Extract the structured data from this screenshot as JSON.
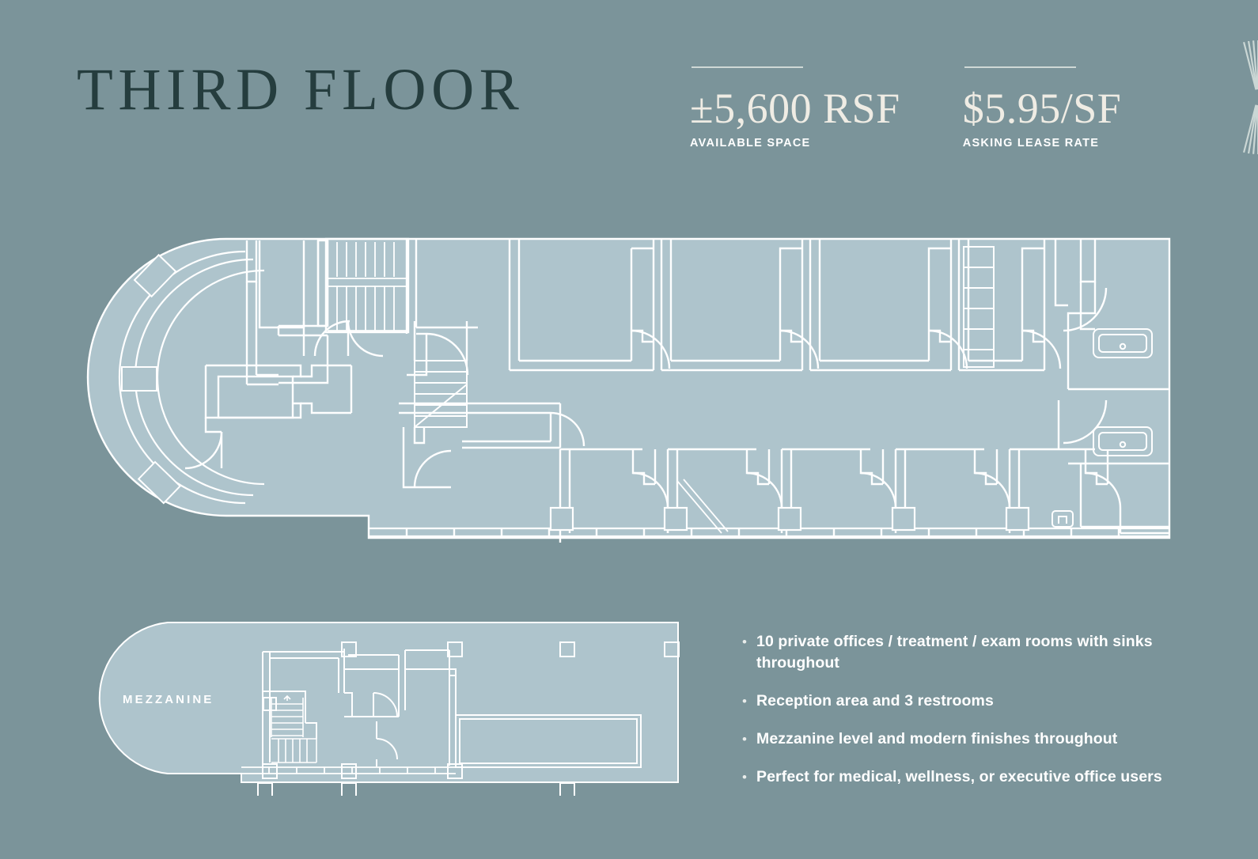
{
  "theme": {
    "background": "#7b949a",
    "plan_fill": "#aec4cc",
    "plan_line": "#ffffff",
    "title_color": "#253d3e",
    "stat_value_color": "#efece4",
    "label_color": "#ffffff",
    "rule_color": "#cfd9d6"
  },
  "header": {
    "title": "THIRD FLOOR"
  },
  "stats": [
    {
      "value": "±5,600 RSF",
      "label": "AVAILABLE SPACE"
    },
    {
      "value": "$5.95/SF",
      "label": "ASKING LEASE RATE"
    }
  ],
  "plans": {
    "main": {
      "name": "third-floor-plan",
      "caption": ""
    },
    "mezzanine": {
      "name": "mezzanine-plan",
      "caption": "MEZZANINE"
    }
  },
  "features": [
    "10 private offices / treatment / exam rooms with sinks throughout",
    "Reception area and 3 restrooms",
    "Mezzanine level and modern finishes throughout",
    "Perfect for medical, wellness, or executive office users"
  ],
  "decor": {
    "sunburst": "sunburst-icon"
  }
}
